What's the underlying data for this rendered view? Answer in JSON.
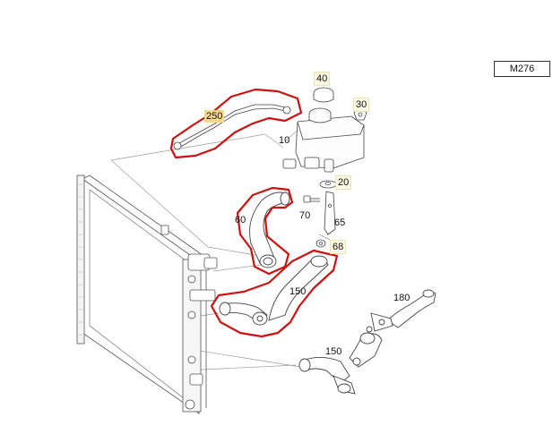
{
  "diagram": {
    "model_code": "M276",
    "highlight_color": "#cc1111",
    "part_labels": {
      "p10": "10",
      "p20": "20",
      "p30": "30",
      "p40": "40",
      "p60": "60",
      "p65": "65",
      "p68": "68",
      "p70": "70",
      "p150a": "150",
      "p150b": "150",
      "p180": "180",
      "p250": "250"
    }
  }
}
